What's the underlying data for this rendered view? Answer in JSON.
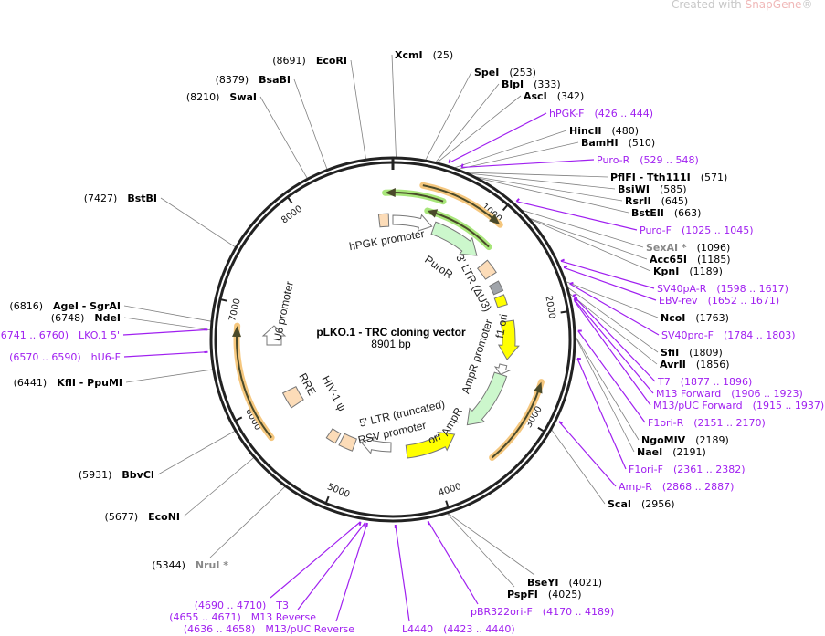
{
  "watermark": {
    "prefix": "Created with ",
    "brand": "SnapGene",
    "reg": "®"
  },
  "plasmid": {
    "name": "pLKO.1 - TRC cloning vector",
    "length": "8901 bp",
    "total_bp": 8901
  },
  "ticks": [
    "1000",
    "2000",
    "3000",
    "4000",
    "5000",
    "6000",
    "7000",
    "8000"
  ],
  "features": [
    {
      "id": "hpgk",
      "label": "hPGK promoter"
    },
    {
      "id": "puror",
      "label": "PuroR"
    },
    {
      "id": "ltr3",
      "label": "3' LTR (ΔU3)"
    },
    {
      "id": "f1ori",
      "label": "f1 ori"
    },
    {
      "id": "ampprom",
      "label": "AmpR promoter"
    },
    {
      "id": "ampr",
      "label": "AmpR"
    },
    {
      "id": "ori",
      "label": "ori"
    },
    {
      "id": "rsv",
      "label": "RSV promoter"
    },
    {
      "id": "ltr5",
      "label": "5' LTR (truncated)"
    },
    {
      "id": "psi",
      "label": "HIV-1 ψ"
    },
    {
      "id": "rre",
      "label": "RRE"
    },
    {
      "id": "u6",
      "label": "U6 promoter"
    }
  ],
  "sites_right": [
    {
      "name": "XcmI",
      "pos": "(25)",
      "bp": 25,
      "kind": "enzyme"
    },
    {
      "name": "SpeI",
      "pos": "(253)",
      "bp": 253,
      "kind": "enzyme"
    },
    {
      "name": "BlpI",
      "pos": "(333)",
      "bp": 333,
      "kind": "enzyme"
    },
    {
      "name": "AscI",
      "pos": "(342)",
      "bp": 342,
      "kind": "enzyme"
    },
    {
      "name": "hPGK-F",
      "pos": "(426 .. 444)",
      "bp": 435,
      "kind": "primer"
    },
    {
      "name": "HincII",
      "pos": "(480)",
      "bp": 480,
      "kind": "enzyme"
    },
    {
      "name": "BamHI",
      "pos": "(510)",
      "bp": 510,
      "kind": "enzyme"
    },
    {
      "name": "Puro-R",
      "pos": "(529 .. 548)",
      "bp": 538,
      "kind": "primer"
    },
    {
      "name": "PflFI - Tth111I",
      "pos": "(571)",
      "bp": 571,
      "kind": "enzyme"
    },
    {
      "name": "BsiWI",
      "pos": "(585)",
      "bp": 585,
      "kind": "enzyme"
    },
    {
      "name": "RsrII",
      "pos": "(645)",
      "bp": 645,
      "kind": "enzyme"
    },
    {
      "name": "BstEII",
      "pos": "(663)",
      "bp": 663,
      "kind": "enzyme"
    },
    {
      "name": "Puro-F",
      "pos": "(1025 .. 1045)",
      "bp": 1035,
      "kind": "primer"
    },
    {
      "name": "SexAI *",
      "pos": "(1096)",
      "bp": 1096,
      "kind": "enzyme-gray"
    },
    {
      "name": "Acc65I",
      "pos": "(1185)",
      "bp": 1185,
      "kind": "enzyme"
    },
    {
      "name": "KpnI",
      "pos": "(1189)",
      "bp": 1189,
      "kind": "enzyme"
    },
    {
      "name": "SV40pA-R",
      "pos": "(1598 .. 1617)",
      "bp": 1607,
      "kind": "primer"
    },
    {
      "name": "EBV-rev",
      "pos": "(1652 .. 1671)",
      "bp": 1661,
      "kind": "primer"
    },
    {
      "name": "NcoI",
      "pos": "(1763)",
      "bp": 1763,
      "kind": "enzyme"
    },
    {
      "name": "SV40pro-F",
      "pos": "(1784 .. 1803)",
      "bp": 1793,
      "kind": "primer"
    },
    {
      "name": "SfiI",
      "pos": "(1809)",
      "bp": 1809,
      "kind": "enzyme"
    },
    {
      "name": "AvrII",
      "pos": "(1856)",
      "bp": 1856,
      "kind": "enzyme"
    },
    {
      "name": "T7",
      "pos": "(1877 .. 1896)",
      "bp": 1886,
      "kind": "primer"
    },
    {
      "name": "M13 Forward",
      "pos": "(1906 .. 1923)",
      "bp": 1914,
      "kind": "primer"
    },
    {
      "name": "M13/pUC Forward",
      "pos": "(1915 .. 1937)",
      "bp": 1926,
      "kind": "primer"
    },
    {
      "name": "F1ori-R",
      "pos": "(2151 .. 2170)",
      "bp": 2160,
      "kind": "primer"
    },
    {
      "name": "NgoMIV",
      "pos": "(2189)",
      "bp": 2189,
      "kind": "enzyme"
    },
    {
      "name": "NaeI",
      "pos": "(2191)",
      "bp": 2191,
      "kind": "enzyme"
    },
    {
      "name": "F1ori-F",
      "pos": "(2361 .. 2382)",
      "bp": 2371,
      "kind": "primer"
    },
    {
      "name": "Amp-R",
      "pos": "(2868 .. 2887)",
      "bp": 2877,
      "kind": "primer"
    },
    {
      "name": "ScaI",
      "pos": "(2956)",
      "bp": 2956,
      "kind": "enzyme"
    },
    {
      "name": "BseYI",
      "pos": "(4021)",
      "bp": 4021,
      "kind": "enzyme"
    },
    {
      "name": "PspFI",
      "pos": "(4025)",
      "bp": 4025,
      "kind": "enzyme"
    },
    {
      "name": "pBR322ori-F",
      "pos": "(4170 .. 4189)",
      "bp": 4179,
      "kind": "primer"
    },
    {
      "name": "L4440",
      "pos": "(4423 .. 4440)",
      "bp": 4431,
      "kind": "primer"
    }
  ],
  "sites_left": [
    {
      "name": "EcoRI",
      "pos": "(8691)",
      "bp": 8691,
      "kind": "enzyme"
    },
    {
      "name": "BsaBI",
      "pos": "(8379)",
      "bp": 8379,
      "kind": "enzyme"
    },
    {
      "name": "SwaI",
      "pos": "(8210)",
      "bp": 8210,
      "kind": "enzyme"
    },
    {
      "name": "BstBI",
      "pos": "(7427)",
      "bp": 7427,
      "kind": "enzyme"
    },
    {
      "name": "AgeI - SgrAI",
      "pos": "(6816)",
      "bp": 6816,
      "kind": "enzyme"
    },
    {
      "name": "NdeI",
      "pos": "(6748)",
      "bp": 6748,
      "kind": "enzyme"
    },
    {
      "name": "LKO.1 5'",
      "pos": "(6741 .. 6760)",
      "bp": 6750,
      "kind": "primer"
    },
    {
      "name": "hU6-F",
      "pos": "(6570 .. 6590)",
      "bp": 6580,
      "kind": "primer"
    },
    {
      "name": "KflI - PpuMI",
      "pos": "(6441)",
      "bp": 6441,
      "kind": "enzyme"
    },
    {
      "name": "BbvCI",
      "pos": "(5931)",
      "bp": 5931,
      "kind": "enzyme"
    },
    {
      "name": "EcoNI",
      "pos": "(5677)",
      "bp": 5677,
      "kind": "enzyme"
    },
    {
      "name": "NruI *",
      "pos": "(5344)",
      "bp": 5344,
      "kind": "enzyme-gray"
    },
    {
      "name": "T3",
      "pos": "(4690 .. 4710)",
      "bp": 4700,
      "kind": "primer"
    },
    {
      "name": "M13 Reverse",
      "pos": "(4655 .. 4671)",
      "bp": 4663,
      "kind": "primer"
    },
    {
      "name": "M13/pUC Reverse",
      "pos": "(4636 .. 4658)",
      "bp": 4647,
      "kind": "primer"
    }
  ],
  "colors": {
    "primer": "#a020f0",
    "enzyme_line": "#808080",
    "ring": "#222222",
    "orange": "#f5c77e",
    "green_glow": "#a8e67a",
    "yellow": "#ffff00",
    "peach": "#fcdcb8",
    "lightgreen": "#ccf7cc"
  }
}
